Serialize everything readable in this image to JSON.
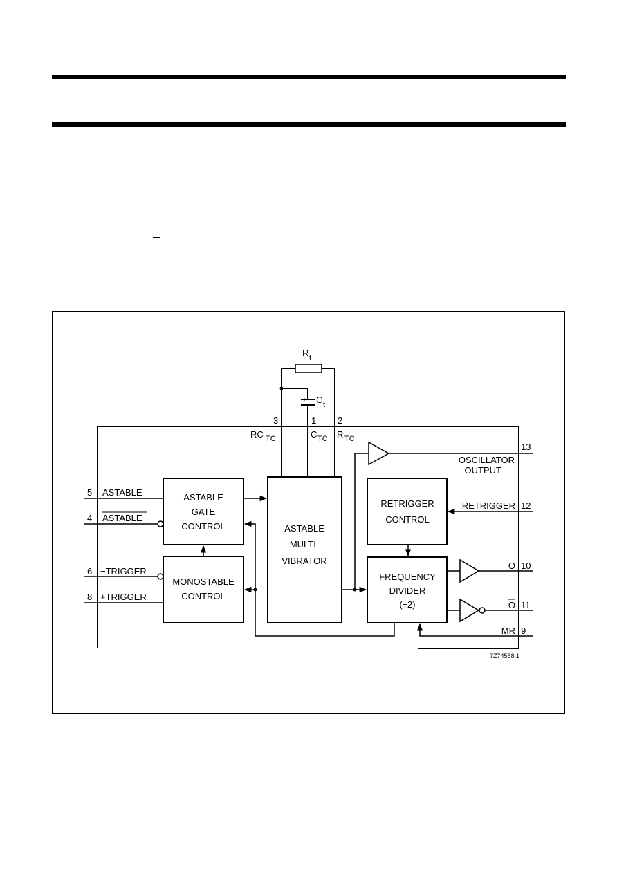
{
  "diagram": {
    "external": {
      "rt": "R",
      "rt_sub": "t",
      "ct": "C",
      "ct_sub": "t"
    },
    "top_pins": [
      {
        "num": "3",
        "name": "RC",
        "sub": "TC"
      },
      {
        "num": "1",
        "name": "C",
        "sub": "TC"
      },
      {
        "num": "2",
        "name": "R",
        "sub": "TC"
      }
    ],
    "inputs": [
      {
        "num": "5",
        "label": "ASTABLE"
      },
      {
        "num": "4",
        "label": "ASTABLE"
      },
      {
        "num": "6",
        "label": "−TRIGGER"
      },
      {
        "num": "8",
        "label": "+TRIGGER"
      }
    ],
    "blocks": {
      "astable_gate": [
        "ASTABLE",
        "GATE",
        "CONTROL"
      ],
      "monostable": [
        "MONOSTABLE",
        "CONTROL"
      ],
      "multivibrator": [
        "ASTABLE",
        "MULTI-",
        "VIBRATOR"
      ],
      "retrigger": [
        "RETRIGGER",
        "CONTROL"
      ],
      "freq_divider": [
        "FREQUENCY",
        "DIVIDER",
        "(÷2)"
      ]
    },
    "outputs": [
      {
        "num": "13",
        "label": "OSCILLATOR",
        "label2": "OUTPUT"
      },
      {
        "num": "12",
        "label": "RETRIGGER"
      },
      {
        "num": "10",
        "label": "O"
      },
      {
        "num": "11",
        "label": "O"
      },
      {
        "num": "9",
        "label": "MR"
      }
    ],
    "figure_code": "7Z74558.1"
  }
}
